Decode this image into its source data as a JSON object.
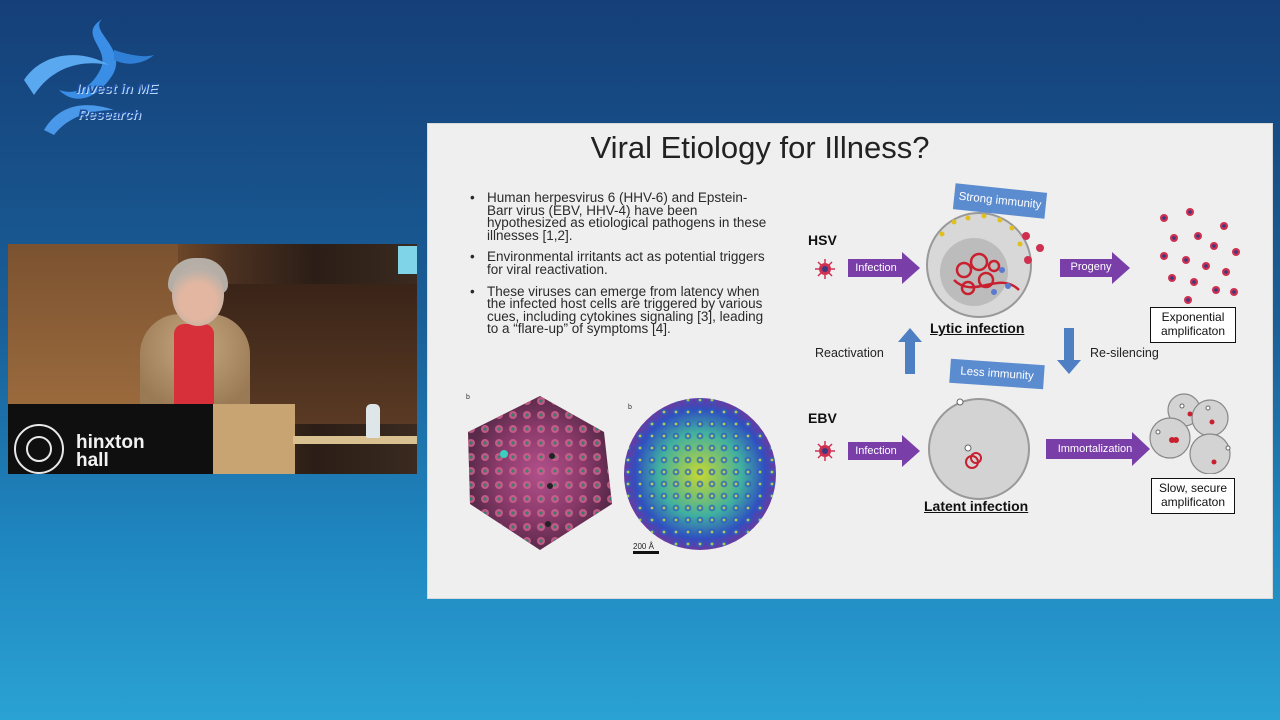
{
  "logo": {
    "line1": "Invest in ME",
    "line2": "Research"
  },
  "camera": {
    "venue_line1": "hinxton",
    "venue_line2": "hall"
  },
  "slide": {
    "title": "Viral Etiology for Illness?",
    "bullets": [
      "Human herpesvirus 6 (HHV-6) and Epstein-Barr virus (EBV, HHV-4) have been hypothesized as etiological pathogens in these illnesses [1,2].",
      "Environmental irritants act as potential triggers for viral reactivation.",
      "These viruses can emerge from latency when the infected host cells are triggered by various cues, including cytokines signaling [3], leading to a “flare-up” of symptoms [4]."
    ],
    "panel_a": "b",
    "panel_b": "b",
    "scale_label": "200 Å",
    "diagram": {
      "hsv_label": "HSV",
      "ebv_label": "EBV",
      "infection_label": "Infection",
      "strong_immunity": "Strong immunity",
      "less_immunity": "Less immunity",
      "lytic_title": "Lytic infection",
      "latent_title": "Latent infection",
      "progeny_label": "Progeny",
      "immortalization_label": "Immortalization",
      "reactivation_label": "Reactivation",
      "resilencing_label": "Re-silencing",
      "exponential_line1": "Exponential",
      "exponential_line2": "amplificaton",
      "slow_line1": "Slow, secure",
      "slow_line2": "amplificaton"
    }
  },
  "colors": {
    "arrow_purple": "#7a3ea8",
    "immunity_blue": "#5b8cd0",
    "updown_blue": "#4f7fc3",
    "virus_red": "#d03050"
  }
}
